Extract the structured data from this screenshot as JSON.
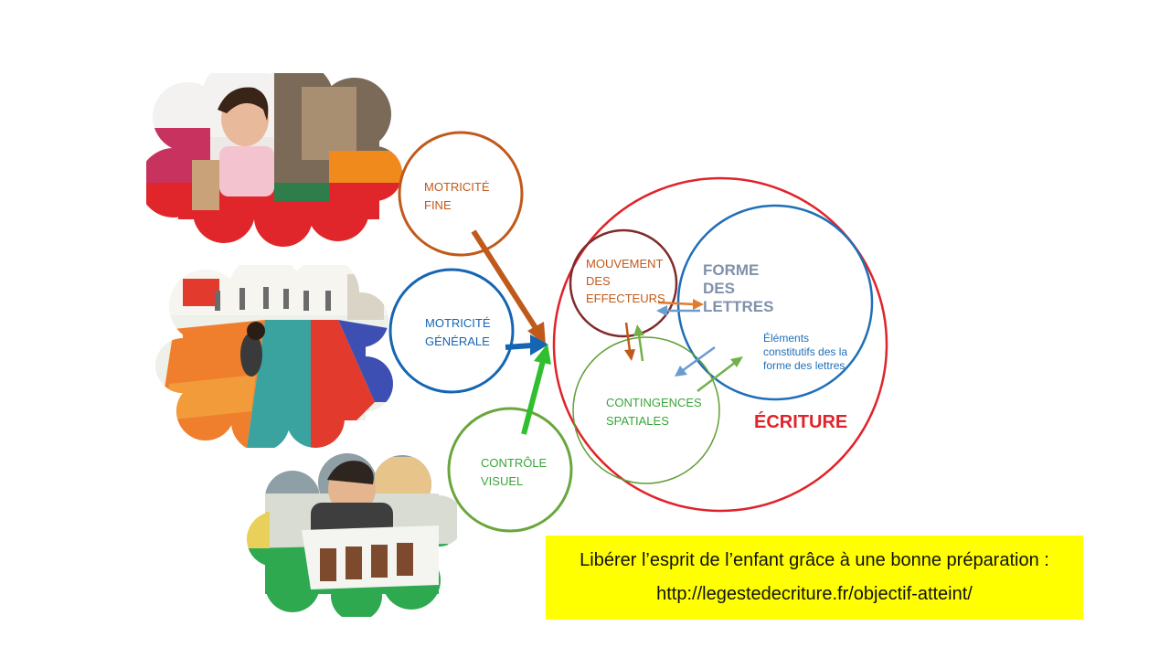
{
  "colors": {
    "fine": "#c05a1b",
    "generale": "#1565b3",
    "visuel": "#6aa63c",
    "ecriture": "#e0232a",
    "mouvement": "#7f2b2b",
    "forme_border": "#1f6fb7",
    "forme_text": "#8091ab",
    "elements_text": "#1f6fb7",
    "contingences": "#5ea035",
    "banner_bg": "#ffff00",
    "arrow_orange": "#e07b2f",
    "arrow_blue": "#6b9bd1",
    "arrow_green": "#73b04a",
    "arrow_green_bright": "#2fbf2f"
  },
  "icons": [
    "photo-child-cutting",
    "photo-gym-mats",
    "photo-child-drawing"
  ],
  "circles": {
    "motricite_fine": [
      "MOTRICITÉ",
      "FINE"
    ],
    "motricite_generale": [
      "MOTRICITÉ",
      "GÉNÉRALE"
    ],
    "controle_visuel": [
      "CONTRÔLE",
      "VISUEL"
    ],
    "ecriture": "ÉCRITURE",
    "mouvement": [
      "MOUVEMENT",
      "DES",
      "EFFECTEURS"
    ],
    "forme": [
      "FORME",
      "DES",
      "LETTRES"
    ],
    "elements": [
      "Éléments",
      "constitutifs des la",
      "forme des lettres"
    ],
    "contingences": [
      "CONTINGENCES",
      "SPATIALES"
    ]
  },
  "banner": {
    "line1": "Libérer l’esprit de l’enfant grâce à une bonne préparation :",
    "line2": "http://legestedecriture.fr/objectif-atteint/"
  }
}
